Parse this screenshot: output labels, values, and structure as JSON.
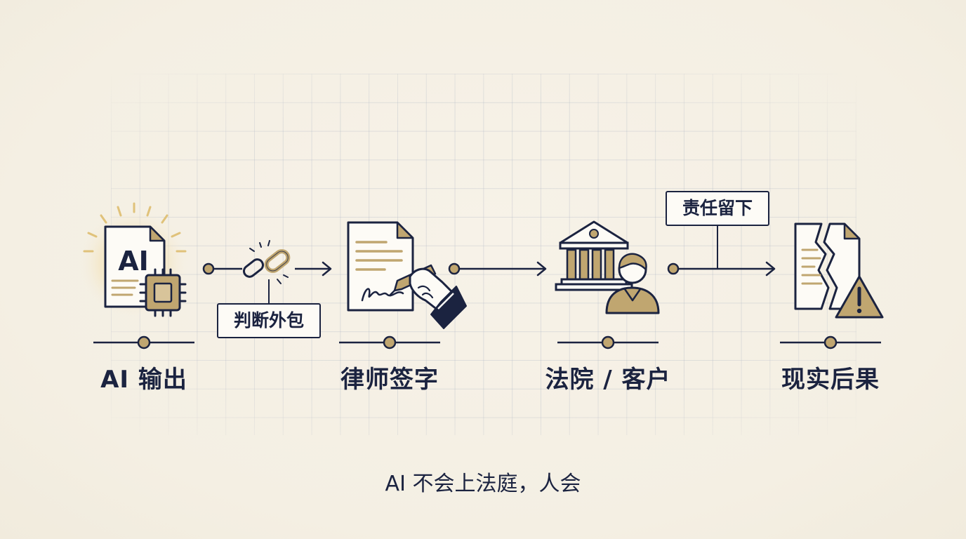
{
  "stages": [
    {
      "label": "AI 输出",
      "icon": "ai-document-chip-icon"
    },
    {
      "label": "律师签字",
      "icon": "signing-document-icon"
    },
    {
      "label": "法院 / 客户",
      "icon": "courthouse-person-icon"
    },
    {
      "label": "现实后果",
      "icon": "broken-document-warning-icon"
    }
  ],
  "tags": {
    "outsourcing": "判断外包",
    "responsibility": "责任留下"
  },
  "ai_badge_text": "AI",
  "caption": "AI 不会上法庭，人会",
  "colors": {
    "navy": "#1b2340",
    "gold": "#c0a670",
    "background": "#f6f1e6"
  }
}
